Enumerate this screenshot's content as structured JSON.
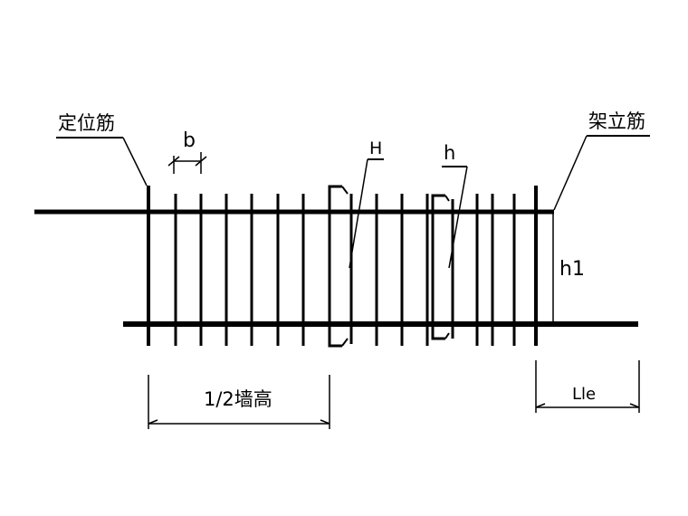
{
  "labels": {
    "positioning_bar": "定位筋",
    "erection_bar": "架立筋",
    "spacing_b": "b",
    "height_H": "H",
    "height_h": "h",
    "height_h1": "h1",
    "half_wall_height": "1/2墙高",
    "lap_length": "Lle"
  },
  "colors": {
    "line": "#000000",
    "background": "#ffffff"
  }
}
